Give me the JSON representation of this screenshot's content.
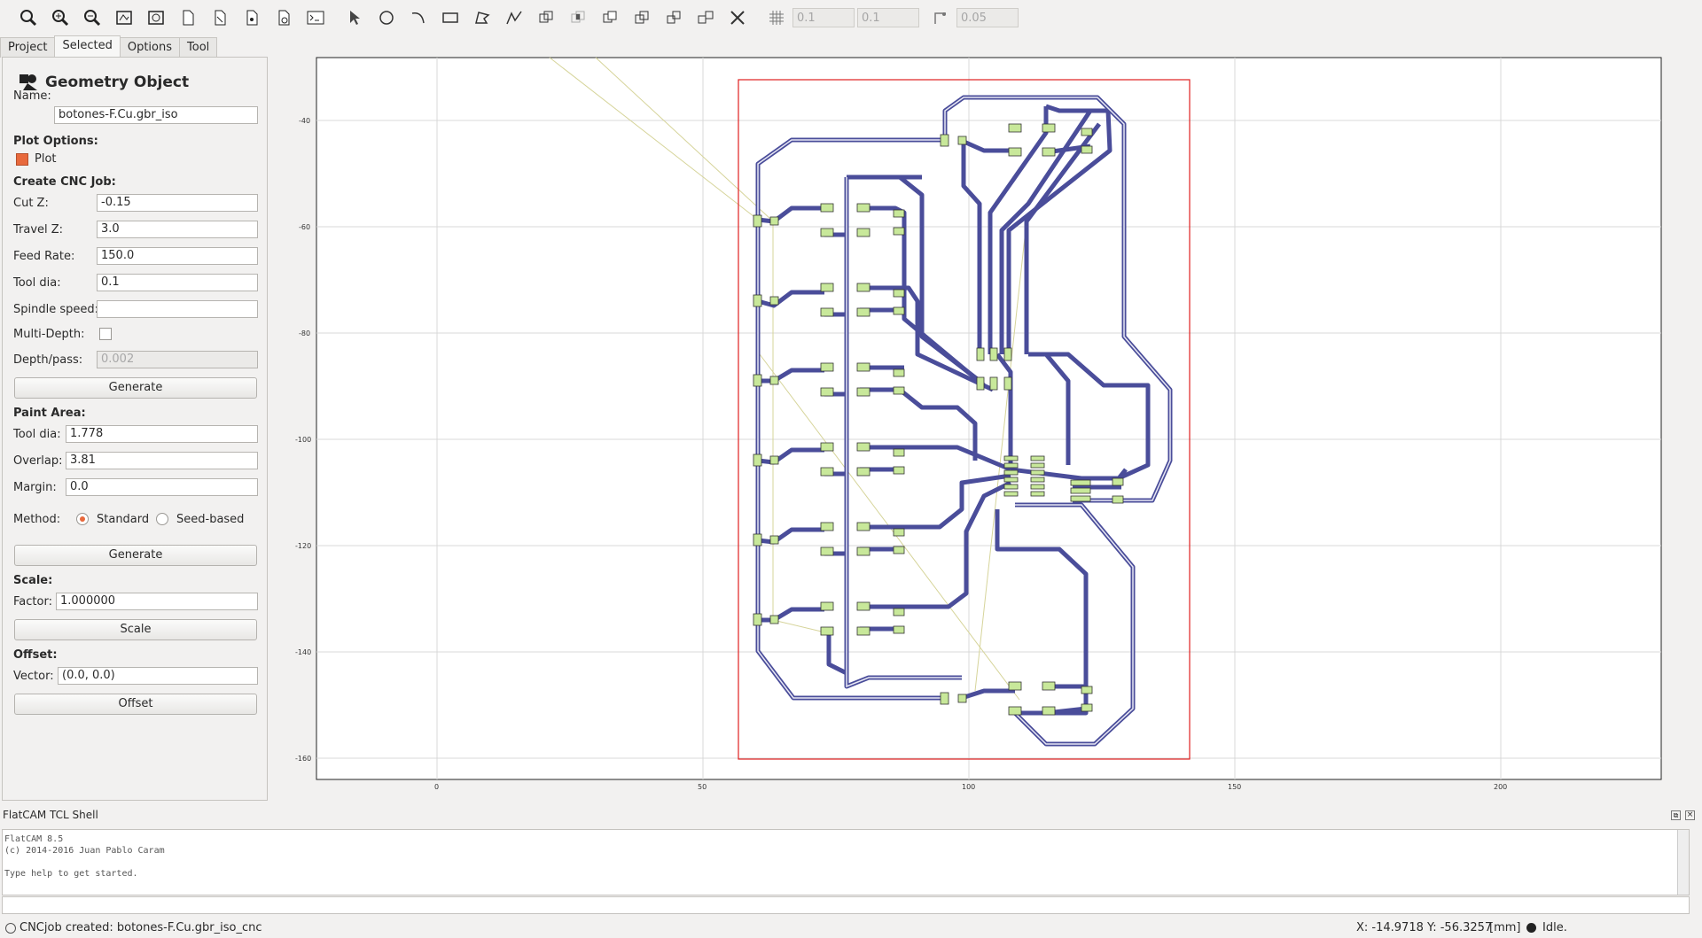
{
  "toolbar": {
    "icons": [
      "zoom-fit-icon",
      "zoom-in-icon",
      "zoom-out-icon",
      "clear-plot-icon",
      "replot-icon",
      "new-geometry-icon",
      "new-gerber-icon",
      "new-excellon-icon",
      "new-file-icon",
      "shell-icon",
      "pointer-icon",
      "circle-icon",
      "arc-icon",
      "rectangle-icon",
      "polygon-icon",
      "path-icon",
      "union-icon",
      "intersection-icon",
      "subtract-icon",
      "copy-icon",
      "move-icon",
      "cut-icon",
      "delete-icon",
      "grid-snap-icon",
      "snap-corner-icon"
    ],
    "grid_x": "0.1",
    "grid_y": "0.1",
    "snap_max": "0.05"
  },
  "tabs": [
    "Project",
    "Selected",
    "Options",
    "Tool"
  ],
  "active_tab": "Selected",
  "panel": {
    "title": "Geometry Object",
    "name_label": "Name:",
    "name_value": "botones-F.Cu.gbr_iso",
    "plot_options": "Plot Options:",
    "plot_label": "Plot",
    "plot_checked": true,
    "cnc_title": "Create CNC Job:",
    "cut_z_label": "Cut Z:",
    "cut_z": "-0.15",
    "travel_z_label": "Travel Z:",
    "travel_z": "3.0",
    "feed_label": "Feed Rate:",
    "feed": "150.0",
    "tooldia_label": "Tool dia:",
    "tooldia": "0.1",
    "spindle_label": "Spindle speed:",
    "spindle": "",
    "multidepth_label": "Multi-Depth:",
    "depth_label": "Depth/pass:",
    "depth": "0.002",
    "generate_label": "Generate",
    "paint_title": "Paint Area:",
    "paint_tooldia_label": "Tool dia:",
    "paint_tooldia": "1.778",
    "overlap_label": "Overlap:",
    "overlap": "3.81",
    "margin_label": "Margin:",
    "margin": "0.0",
    "method_label": "Method:",
    "standard_label": "Standard",
    "seed_label": "Seed-based",
    "generate2_label": "Generate",
    "scale_title": "Scale:",
    "factor_label": "Factor:",
    "factor": "1.000000",
    "scale_btn": "Scale",
    "offset_title": "Offset:",
    "vector_label": "Vector:",
    "vector": "(0.0, 0.0)",
    "offset_btn": "Offset"
  },
  "plot": {
    "x_ticks": [
      "0",
      "50",
      "100",
      "150",
      "200"
    ],
    "y_ticks": [
      "-40",
      "-60",
      "-80",
      "-100",
      "-120",
      "-140",
      "-160"
    ],
    "colors": {
      "trace": "#4a4d9a",
      "pad": "#c8e89a",
      "board": "#e02020",
      "ratsnest": "#d6d49a",
      "grid": "#d8d8d8"
    }
  },
  "shell": {
    "title": "FlatCAM TCL Shell",
    "lines": [
      "FlatCAM 8.5",
      "(c) 2014-2016 Juan Pablo Caram",
      "",
      "Type help to get started."
    ]
  },
  "status": {
    "message": "CNCjob created: botones-F.Cu.gbr_iso_cnc",
    "coords": "X: -14.9718   Y: -56.3257",
    "units": "[mm]",
    "state": "Idle."
  }
}
